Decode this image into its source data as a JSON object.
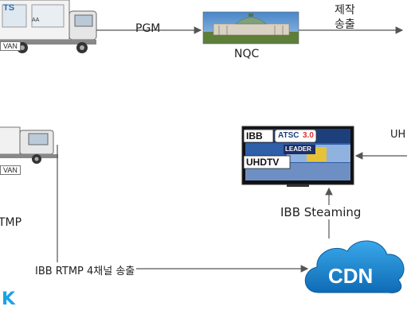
{
  "truck_top": {
    "van_label": "VAN",
    "tag_a": "AA",
    "brand_partial": "TS"
  },
  "truck_mid": {
    "van_label": "VAN"
  },
  "flow": {
    "pgm": "PGM",
    "nqc": "NQC",
    "produce_line1": "제작",
    "produce_line2": "송출",
    "rtmp_partial": "TMP",
    "ibb_rtmp": "IBB RTMP 4채널 송출",
    "ibb_streaming": "IBB Steaming",
    "uh_partial": "UH",
    "k_partial": "K"
  },
  "tv": {
    "ibb": "IBB",
    "atsc": "ATSC",
    "atsc_ver": "3.0",
    "uhdtv": "UHDTV",
    "leader": "LEADER"
  },
  "cdn": {
    "label": "CDN"
  },
  "colors": {
    "cdn_blue": "#1d8fd6",
    "cdn_dark": "#0d5ea8",
    "k_blue": "#1ba3e6",
    "line": "#555555"
  }
}
